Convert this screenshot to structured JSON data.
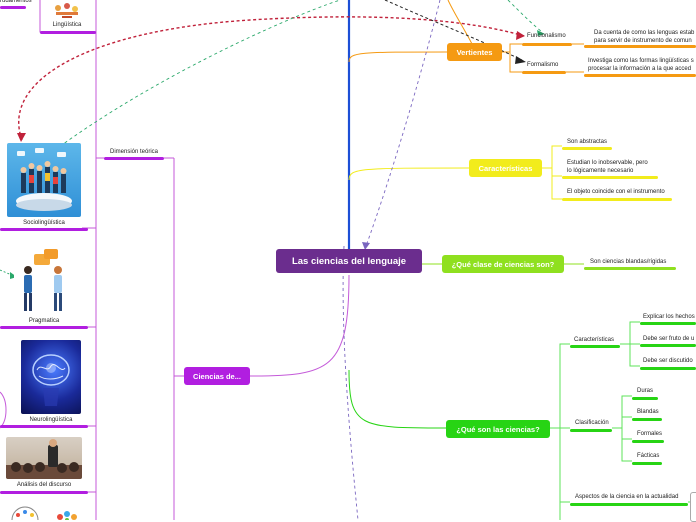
{
  "central": {
    "label": "Las ciencias del lenguaje",
    "color": "#6b2d8e"
  },
  "topics": {
    "vertientes": {
      "label": "Vertientes",
      "color": "#f59a12"
    },
    "caracteristicas": {
      "label": "Características",
      "color": "#f2ec1c"
    },
    "clase": {
      "label": "¿Qué clase de ciencias son?",
      "color": "#8fe01f"
    },
    "ciencias_que": {
      "label": "¿Qué son las ciencias?",
      "color": "#27d414"
    },
    "ciencias_de": {
      "label": "Ciencias de...",
      "color": "#b11ee0"
    }
  },
  "vertientes": {
    "funcionalismo": "Funcionalismo",
    "funcionalismo_desc": "Da cuenta de como las lenguas estab\npara servir de instrumento de comun",
    "formalismo": "Formalismo",
    "formalismo_desc": "Investiga como las formas lingüísticas s\nprocesar la información a la que acced"
  },
  "caracteristicas_items": [
    "Son abstractas",
    "Estudian lo inobservable, pero\nlo lógicamente necesario",
    "El objeto coincide con el instrumento"
  ],
  "clase_item": "Son ciencias blandas/rígidas",
  "ciencias_que": {
    "caracteristicas": "Características",
    "car_items": [
      "Explicar los hechos",
      "Debe ser fruto de u",
      "Debe ser discutido"
    ],
    "clasificacion": "Clasificación",
    "clas_items": [
      "Duras",
      "Blandas",
      "Formales",
      "Fácticas"
    ],
    "aspectos": "Aspectos de la ciencia en la actualidad"
  },
  "ciencias_de": {
    "dimension": "Dimensión teórica",
    "fundamentos": "rudamentos",
    "linguistica": "Lingüística",
    "sociolinguistica": "Sociolingüística",
    "pragmatica": "Pragmatica",
    "neurolinguistica": "Neurolingüística",
    "analisis": "Análisis del discurso"
  }
}
